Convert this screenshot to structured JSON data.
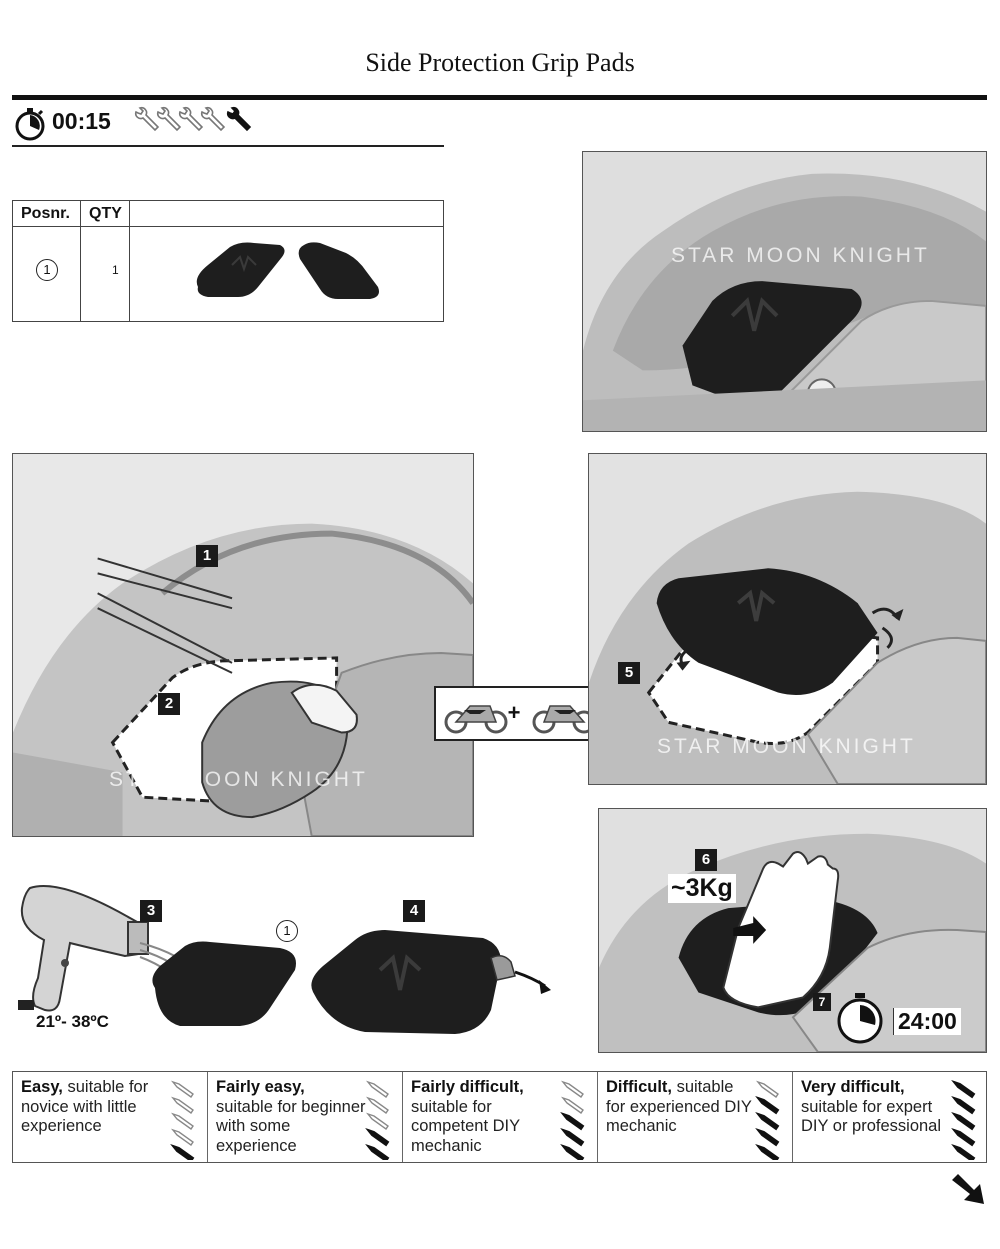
{
  "header": {
    "title": "Side Protection Grip Pads",
    "time": "00:15"
  },
  "parts_table": {
    "col_pos": "Posnr.",
    "col_qty": "QTY",
    "rows": [
      {
        "pos": "1",
        "qty": "1"
      }
    ]
  },
  "watermark": "STAR MOON KNIGHT",
  "steps": {
    "s1": "1",
    "s2": "2",
    "s3": "3",
    "s4": "4",
    "s5": "5",
    "s6": "6",
    "s7": "7",
    "part_ref": "1",
    "temperature": "21º- 38ºC",
    "weight": "~3Kg",
    "timer": "24:00"
  },
  "difficulty": [
    {
      "label": "Easy,",
      "desc": " suitable for novice with little experience",
      "level": 1
    },
    {
      "label": "Fairly easy,",
      "desc": " suitable for beginner with some experience",
      "level": 2
    },
    {
      "label": "Fairly difficult,",
      "desc": " suitable for competent DIY mechanic",
      "level": 3
    },
    {
      "label": "Difficult,",
      "desc": " suitable for experienced DIY mechanic",
      "level": 4
    },
    {
      "label": "Very difficult,",
      "desc": " suitable for expert DIY or professional",
      "level": 5
    }
  ],
  "colors": {
    "pad": "#1e1e1e",
    "tank": "#c8c8c8",
    "panel_bg": "#dcdcdc",
    "line": "#111111"
  },
  "icons": {
    "stopwatch": "stopwatch-icon",
    "wrench": "wrench-icon",
    "next_arrow": "next-page-arrow-icon"
  }
}
